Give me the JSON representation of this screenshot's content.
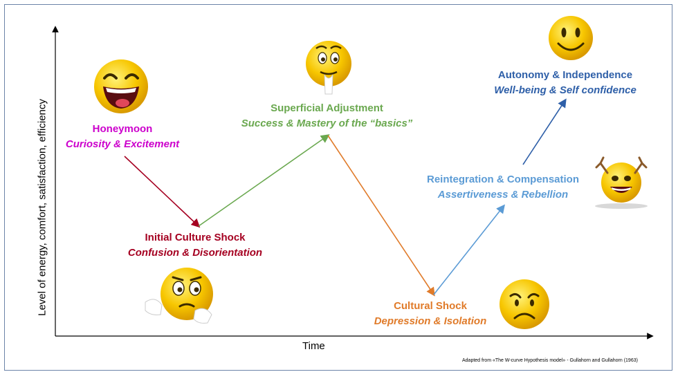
{
  "axes": {
    "y_label": "Level of energy, comfort, satisfaction, efficiency",
    "x_label": "Time"
  },
  "stages": [
    {
      "title": "Honeymoon",
      "subtitle": "Curiosity & Excitement",
      "color": "#cc00cc"
    },
    {
      "title": "Initial Culture Shock",
      "subtitle": "Confusion & Disorientation",
      "color": "#a50021"
    },
    {
      "title": "Superficial Adjustment",
      "subtitle": "Success & Mastery of the “basics”",
      "color": "#6aa84f"
    },
    {
      "title": "Cultural Shock",
      "subtitle": "Depression & Isolation",
      "color": "#e07b2a"
    },
    {
      "title": "Reintegration & Compensation",
      "subtitle": "Assertiveness & Rebellion",
      "color": "#5b9bd5"
    },
    {
      "title": "Autonomy & Independence",
      "subtitle": "Well-being & Self confidence",
      "color": "#2e5fa8"
    }
  ],
  "credit": "Adapted from «The W-curve Hypothesis model» - Gullahorn and Gullahorn (1963)",
  "colors": {
    "frame": "#6b84a8",
    "emoji_face": "#f7c600",
    "axis": "#000000"
  },
  "icons": [
    "laughing-face-icon",
    "worried-face-icon",
    "nervous-face-icon",
    "sad-face-icon",
    "cheering-face-icon",
    "smiling-face-icon"
  ]
}
